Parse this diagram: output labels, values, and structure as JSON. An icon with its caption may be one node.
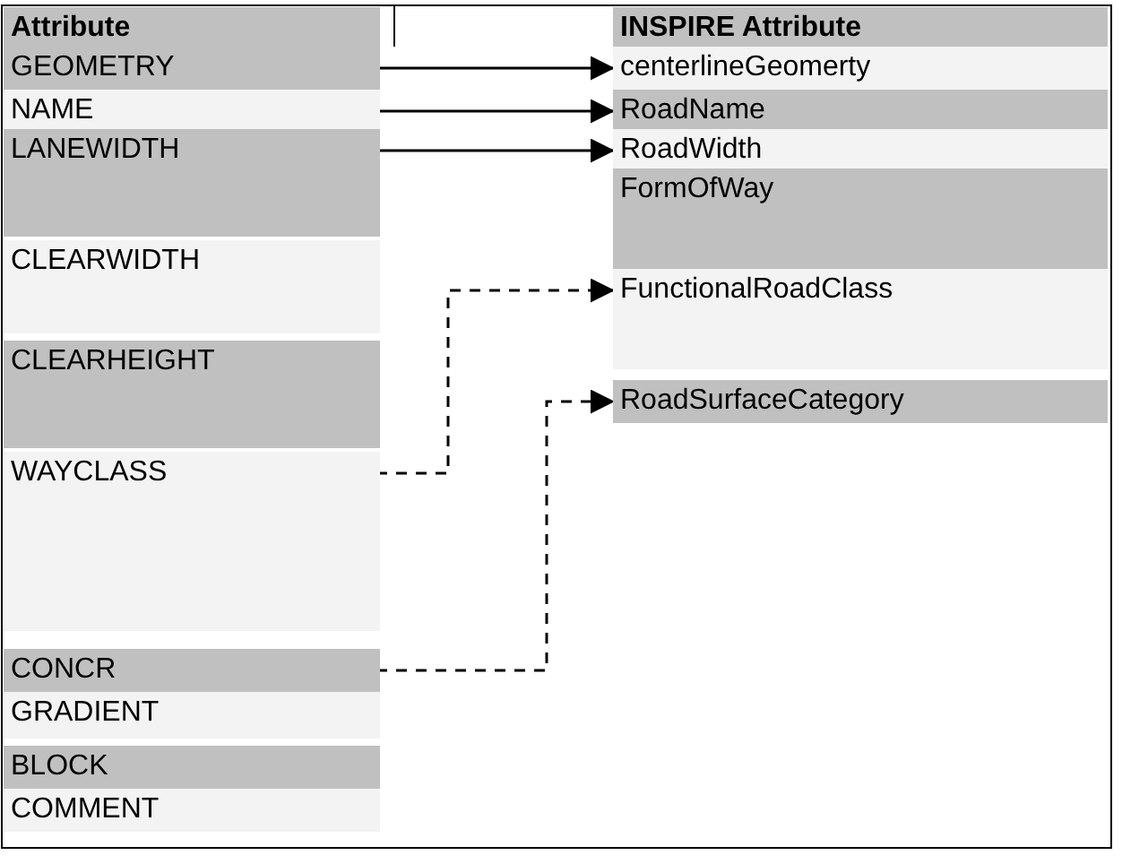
{
  "diagram": {
    "nodes": [
      {
        "text": [
          "Attribute"
        ]
      },
      {
        "text": [
          "GEOMETRY"
        ]
      },
      {
        "text": [
          "NAME"
        ]
      },
      {
        "text": [
          "LANEWIDTH"
        ]
      },
      {
        "text": [
          "CLEARWIDTH"
        ]
      },
      {
        "text": [
          "CLEARHEIGHT"
        ]
      },
      {
        "text": [
          "WAYCLASS"
        ]
      },
      {
        "text": [
          "CONCR"
        ]
      },
      {
        "text": [
          "GRADIENT"
        ]
      },
      {
        "text": [
          "BLOCK"
        ]
      },
      {
        "text": [
          "COMMENT"
        ]
      },
      {
        "text": [
          "INSPIRE Attribute"
        ]
      },
      {
        "text": [
          "centerlineGeomerty"
        ]
      },
      {
        "text": [
          "RoadName"
        ]
      },
      {
        "text": [
          "RoadWidth"
        ]
      },
      {
        "text": [
          "FormOfWay"
        ]
      },
      {
        "text": [
          "FunctionalRoadClass"
        ]
      },
      {
        "text": [
          "RoadSurfaceCategory"
        ]
      }
    ],
    "edges": [
      {
        "from": 1,
        "to": 12,
        "arrow": "to"
      },
      {
        "from": 2,
        "to": 13,
        "arrow": "to"
      },
      {
        "from": 3,
        "to": 14,
        "arrow": "to"
      },
      {
        "from": 6,
        "to": 16,
        "arrow": "to",
        "style": "dashed"
      },
      {
        "from": 7,
        "to": 17,
        "arrow": "to",
        "style": "dashed"
      }
    ]
  }
}
